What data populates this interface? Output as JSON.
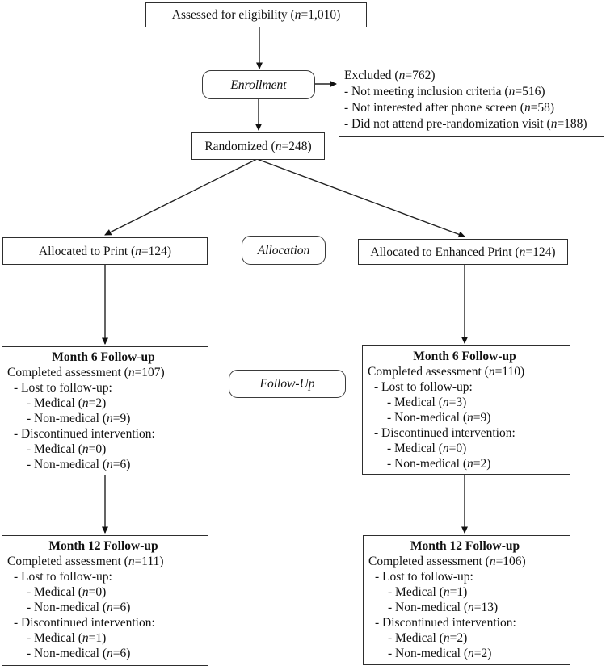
{
  "diagram": {
    "assessed": "Assessed for eligibility (n=1,010)",
    "enrollment_label": "Enrollment",
    "excluded": {
      "title": "Excluded (n=762)",
      "items": [
        "- Not meeting inclusion criteria (n=516)",
        "- Not interested after phone screen (n=58)",
        "- Did not attend pre-randomization visit (n=188)"
      ]
    },
    "randomized": "Randomized (n=248)",
    "allocation_label": "Allocation",
    "allocated_print": "Allocated to Print (n=124)",
    "allocated_enhanced": "Allocated to Enhanced Print (n=124)",
    "followup_label": "Follow-Up",
    "month6_print": {
      "title": "Month 6 Follow-up",
      "lines": [
        "Completed assessment (n=107)",
        "- Lost to follow-up:",
        "- Medical (n=2)",
        "- Non-medical (n=9)",
        "- Discontinued intervention:",
        "- Medical (n=0)",
        "- Non-medical (n=6)"
      ]
    },
    "month6_enhanced": {
      "title": "Month 6 Follow-up",
      "lines": [
        "Completed assessment (n=110)",
        "- Lost to follow-up:",
        "- Medical (n=3)",
        "- Non-medical (n=9)",
        "- Discontinued intervention:",
        "- Medical (n=0)",
        "- Non-medical (n=2)"
      ]
    },
    "month12_print": {
      "title": "Month 12 Follow-up",
      "lines": [
        "Completed assessment (n=111)",
        "- Lost to follow-up:",
        "- Medical (n=0)",
        "- Non-medical (n=6)",
        "- Discontinued intervention:",
        "- Medical (n=1)",
        "- Non-medical (n=6)"
      ]
    },
    "month12_enhanced": {
      "title": "Month 12 Follow-up",
      "lines": [
        "Completed assessment (n=106)",
        "- Lost to follow-up:",
        "- Medical (n=1)",
        "- Non-medical (n=13)",
        "- Discontinued intervention:",
        "- Medical (n=2)",
        "- Non-medical (n=2)"
      ]
    }
  }
}
